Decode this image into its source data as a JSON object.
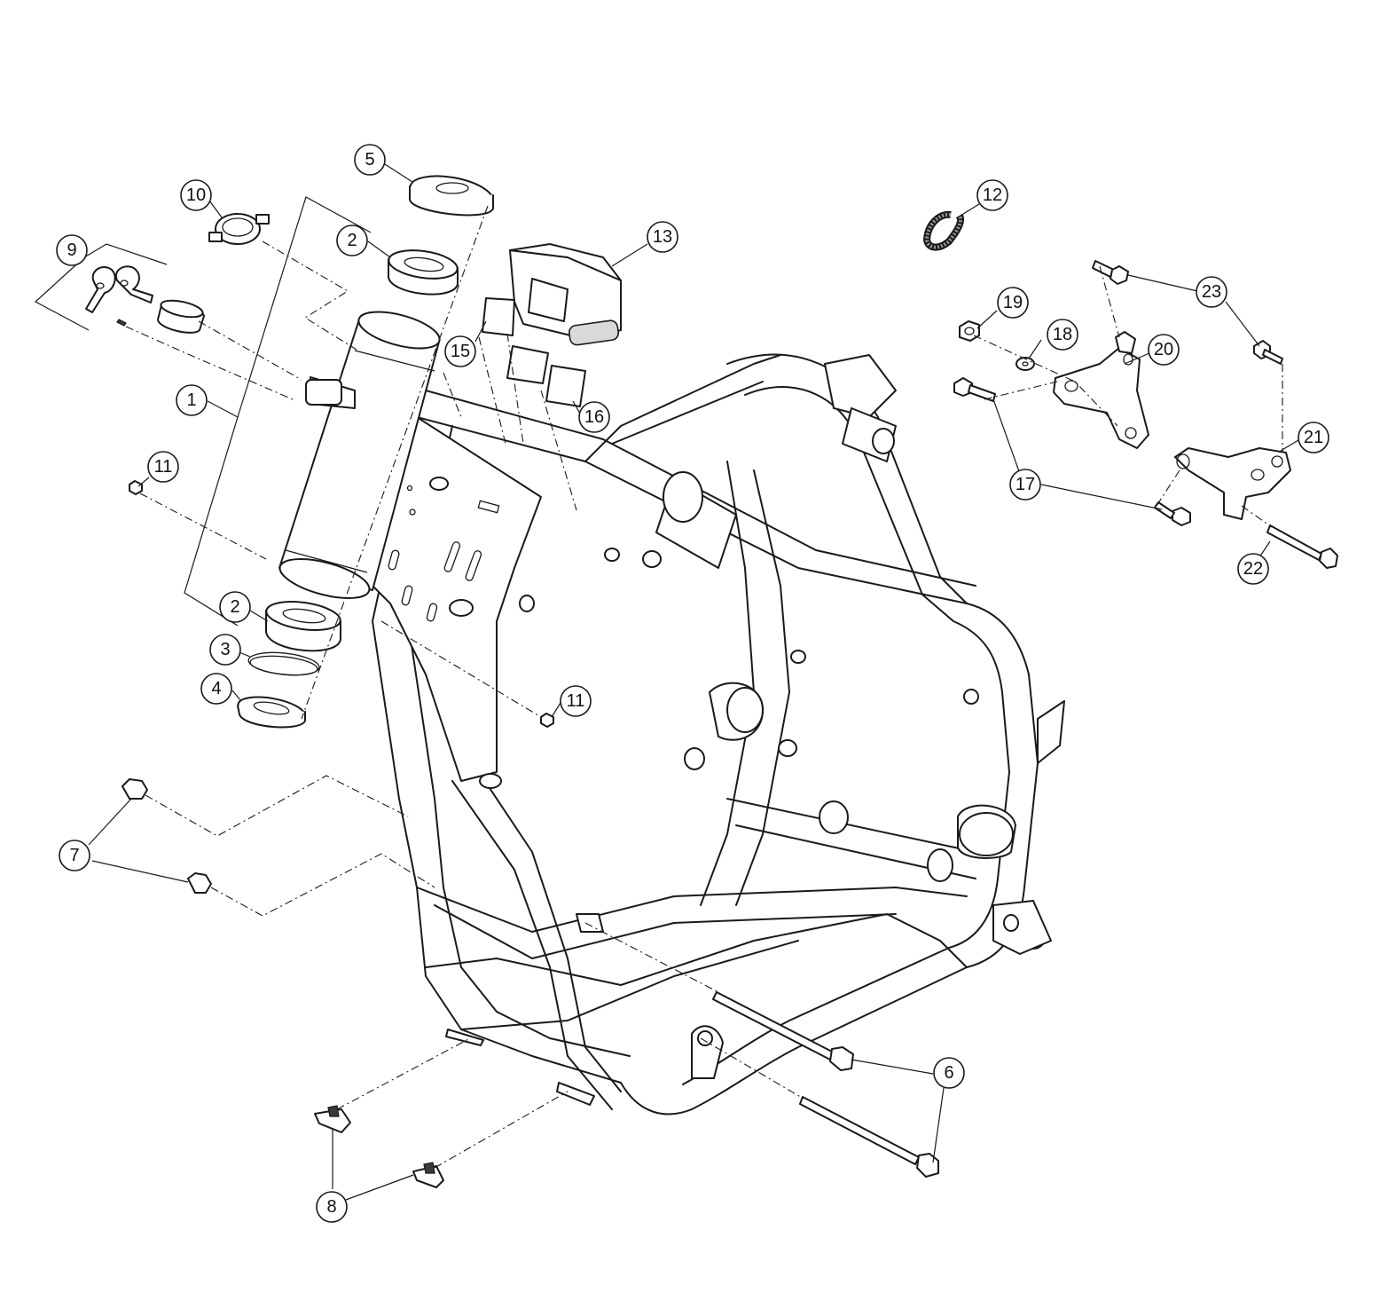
{
  "diagram": {
    "callouts": [
      {
        "id": "c1",
        "label": "1"
      },
      {
        "id": "c2a",
        "label": "2"
      },
      {
        "id": "c2b",
        "label": "2"
      },
      {
        "id": "c3",
        "label": "3"
      },
      {
        "id": "c4",
        "label": "4"
      },
      {
        "id": "c5",
        "label": "5"
      },
      {
        "id": "c6",
        "label": "6"
      },
      {
        "id": "c7",
        "label": "7"
      },
      {
        "id": "c8",
        "label": "8"
      },
      {
        "id": "c9",
        "label": "9"
      },
      {
        "id": "c10",
        "label": "10"
      },
      {
        "id": "c11a",
        "label": "11"
      },
      {
        "id": "c11b",
        "label": "11"
      },
      {
        "id": "c12",
        "label": "12"
      },
      {
        "id": "c13",
        "label": "13"
      },
      {
        "id": "c15",
        "label": "15"
      },
      {
        "id": "c16",
        "label": "16"
      },
      {
        "id": "c17",
        "label": "17"
      },
      {
        "id": "c18",
        "label": "18"
      },
      {
        "id": "c19",
        "label": "19"
      },
      {
        "id": "c20",
        "label": "20"
      },
      {
        "id": "c21",
        "label": "21"
      },
      {
        "id": "c22",
        "label": "22"
      },
      {
        "id": "c23",
        "label": "23"
      }
    ]
  }
}
